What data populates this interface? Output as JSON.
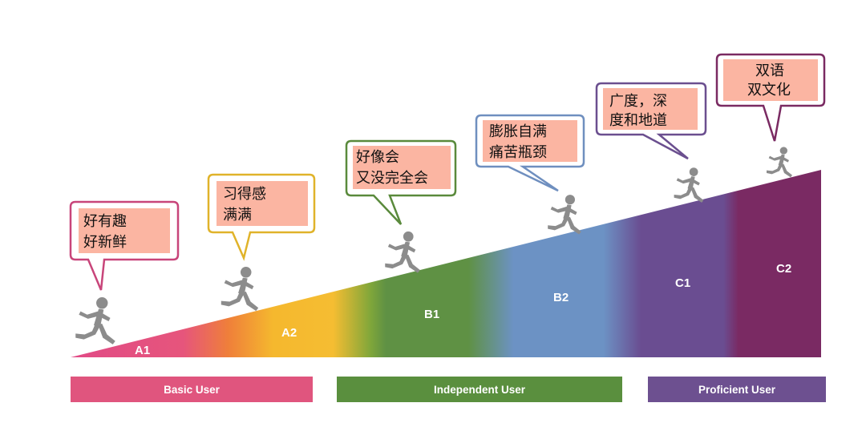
{
  "levels": [
    {
      "code": "A1",
      "bubble": [
        "好有趣",
        "好新鲜"
      ],
      "bubble_border": "#c8457a"
    },
    {
      "code": "A2",
      "bubble": [
        "习得感",
        "满满"
      ],
      "bubble_border": "#e0b32a"
    },
    {
      "code": "B1",
      "bubble": [
        "好像会",
        "又没完全会"
      ],
      "bubble_border": "#5a8a3c"
    },
    {
      "code": "B2",
      "bubble": [
        "膨胀自满",
        "痛苦瓶颈"
      ],
      "bubble_border": "#6f8fbf"
    },
    {
      "code": "C1",
      "bubble": [
        "广度，深",
        "度和地道"
      ],
      "bubble_border": "#6b4f8f"
    },
    {
      "code": "C2",
      "bubble": [
        "双语",
        "双文化"
      ],
      "bubble_border": "#7a2a62"
    }
  ],
  "bands": [
    {
      "label": "Basic User",
      "color": "#e0557e"
    },
    {
      "label": "Independent User",
      "color": "#5a8f3e"
    },
    {
      "label": "Proficient User",
      "color": "#6d5090"
    }
  ],
  "colors": {
    "bubble_fill": "#fbb5a2",
    "runner": "#8c8c8c",
    "a1": "#e14a86",
    "a1_a2": "#ef7f3a",
    "a2": "#f5b82e",
    "b1": "#5f9144",
    "b2": "#6c92c4",
    "c1": "#6a4d91",
    "c2": "#7a2a63"
  },
  "icons": {
    "runner": "running-person-icon"
  }
}
